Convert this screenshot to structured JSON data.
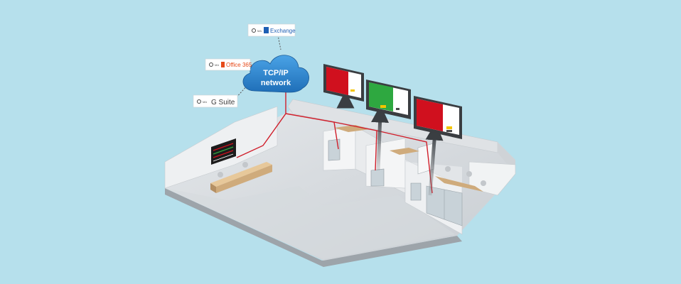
{
  "cloud": {
    "line1": "TCP/IP",
    "line2": "network"
  },
  "services": [
    {
      "id": "exchange",
      "prefix": "MA",
      "label": "Exchange",
      "color": "#1e5fb4"
    },
    {
      "id": "office365",
      "prefix": "MA",
      "label": "Office 365",
      "color": "#e64a19"
    },
    {
      "id": "gsuite",
      "prefix": "MA",
      "label": "G Suite",
      "color": "#3c3c3c"
    }
  ],
  "colors": {
    "background": "#b6e0ec",
    "cloud": "#2c86d0",
    "cable": "#d01f2b",
    "screen_busy": "#d0101e",
    "screen_free": "#2ea840"
  }
}
